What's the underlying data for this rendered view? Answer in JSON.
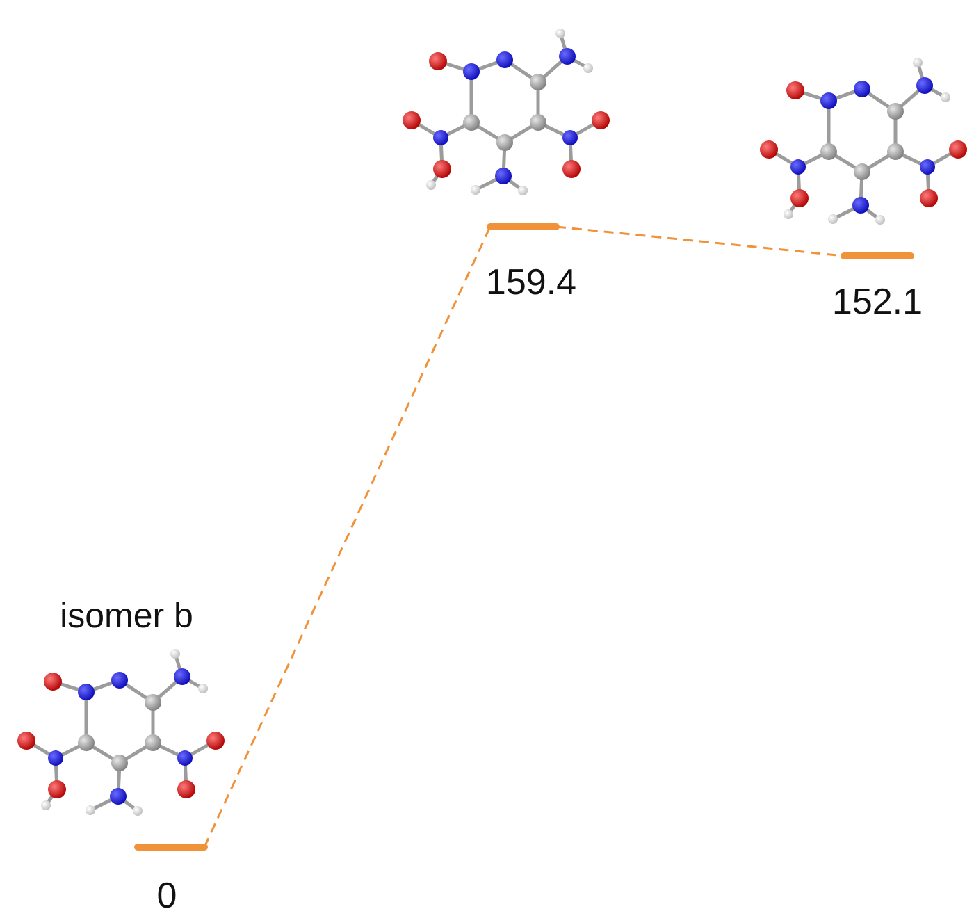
{
  "title": "isomer b",
  "colors": {
    "level": "#f0923a",
    "carbon": "#9a9a9a",
    "nitrogen": "#1414e6",
    "oxygen": "#e01010",
    "hydrogen": "#f2f2f2"
  },
  "levels": [
    {
      "id": "isomer-b",
      "value": 0,
      "label": "0"
    },
    {
      "id": "intermediate",
      "value": 159.4,
      "label": "159.4"
    },
    {
      "id": "product",
      "value": 152.1,
      "label": "152.1"
    }
  ],
  "connectors": [
    {
      "from": "isomer-b",
      "to": "intermediate"
    },
    {
      "from": "intermediate",
      "to": "product"
    }
  ]
}
